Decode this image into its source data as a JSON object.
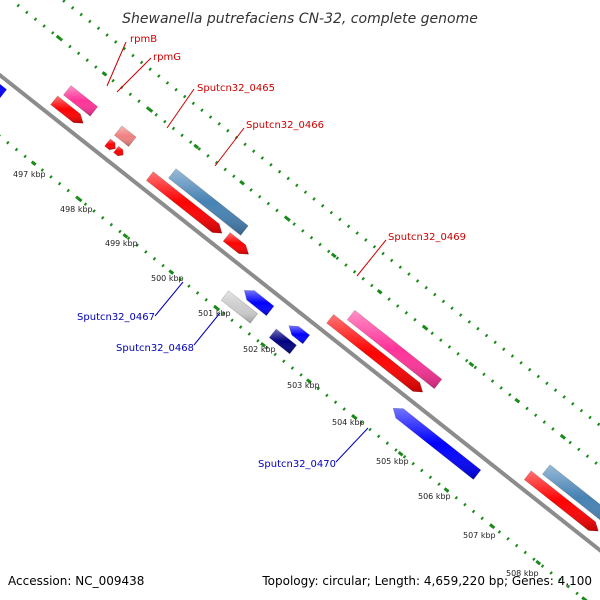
{
  "title": "Shewanella putrefaciens CN-32, complete genome",
  "footer": {
    "accession": "Accession: NC_009438",
    "stats": "Topology: circular; Length: 4,659,220 bp; Genes: 4,100"
  },
  "colors": {
    "backbone": "#8c8c8c",
    "tick_dots": "#1a8a1a",
    "forward_label": "#cc0000",
    "reverse_label": "#0000bb",
    "cds": "#ff0000",
    "rrna": "#ff3399",
    "trna": "#f08080",
    "blast_blue": "#4682b4",
    "gene_blue": "#0000ff",
    "gene_navy": "#000080",
    "gene_gray": "#cccccc",
    "gene_cyan": "#00ffff"
  },
  "tick_labels": [
    "497 kbp",
    "498 kbp",
    "499 kbp",
    "500 kbp",
    "501 kbp",
    "502 kbp",
    "503 kbp",
    "504 kbp",
    "505 kbp",
    "506 kbp",
    "507 kbp",
    "508 kbp"
  ],
  "gene_labels": [
    {
      "text": "rpmB",
      "strand": "forward"
    },
    {
      "text": "rpmG",
      "strand": "forward"
    },
    {
      "text": "Sputcn32_0465",
      "strand": "forward"
    },
    {
      "text": "Sputcn32_0466",
      "strand": "forward"
    },
    {
      "text": "Sputcn32_0469",
      "strand": "forward"
    },
    {
      "text": "Sputcn32_0467",
      "strand": "reverse"
    },
    {
      "text": "Sputcn32_0468",
      "strand": "reverse"
    },
    {
      "text": "Sputcn32_0470",
      "strand": "reverse"
    }
  ]
}
